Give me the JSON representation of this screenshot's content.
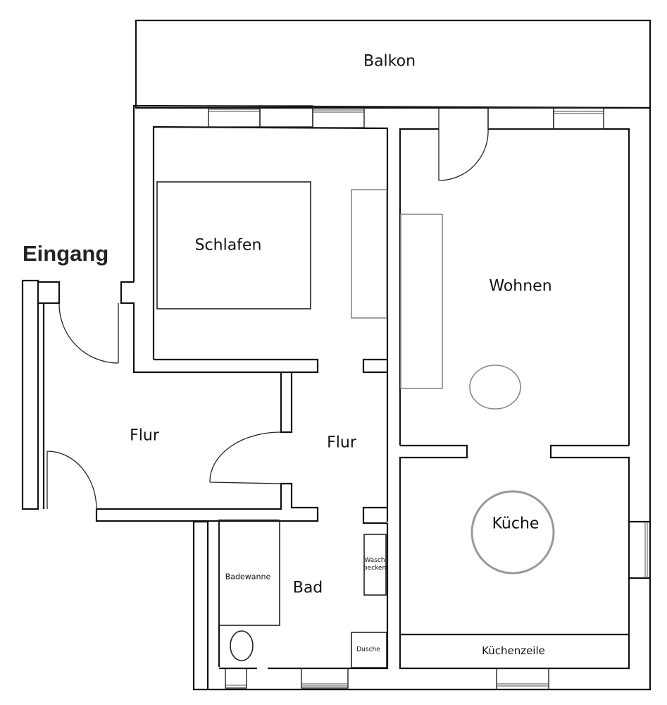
{
  "plan": {
    "title": "Eingang",
    "rooms": {
      "balkon": "Balkon",
      "schlafen": "Schlafen",
      "wohnen": "Wohnen",
      "flur_left": "Flur",
      "flur_right": "Flur",
      "bad": "Bad",
      "kueche": "Küche",
      "kuechenzeile": "Küchenzeile"
    },
    "fixtures": {
      "badewanne": "Badewanne",
      "waschbecken_line1": "Wasch",
      "waschbecken_line2": "becken",
      "dusche": "Dusche"
    },
    "colors": {
      "wall": "#111111",
      "furniture_grey": "#888888",
      "background": "#ffffff"
    }
  }
}
